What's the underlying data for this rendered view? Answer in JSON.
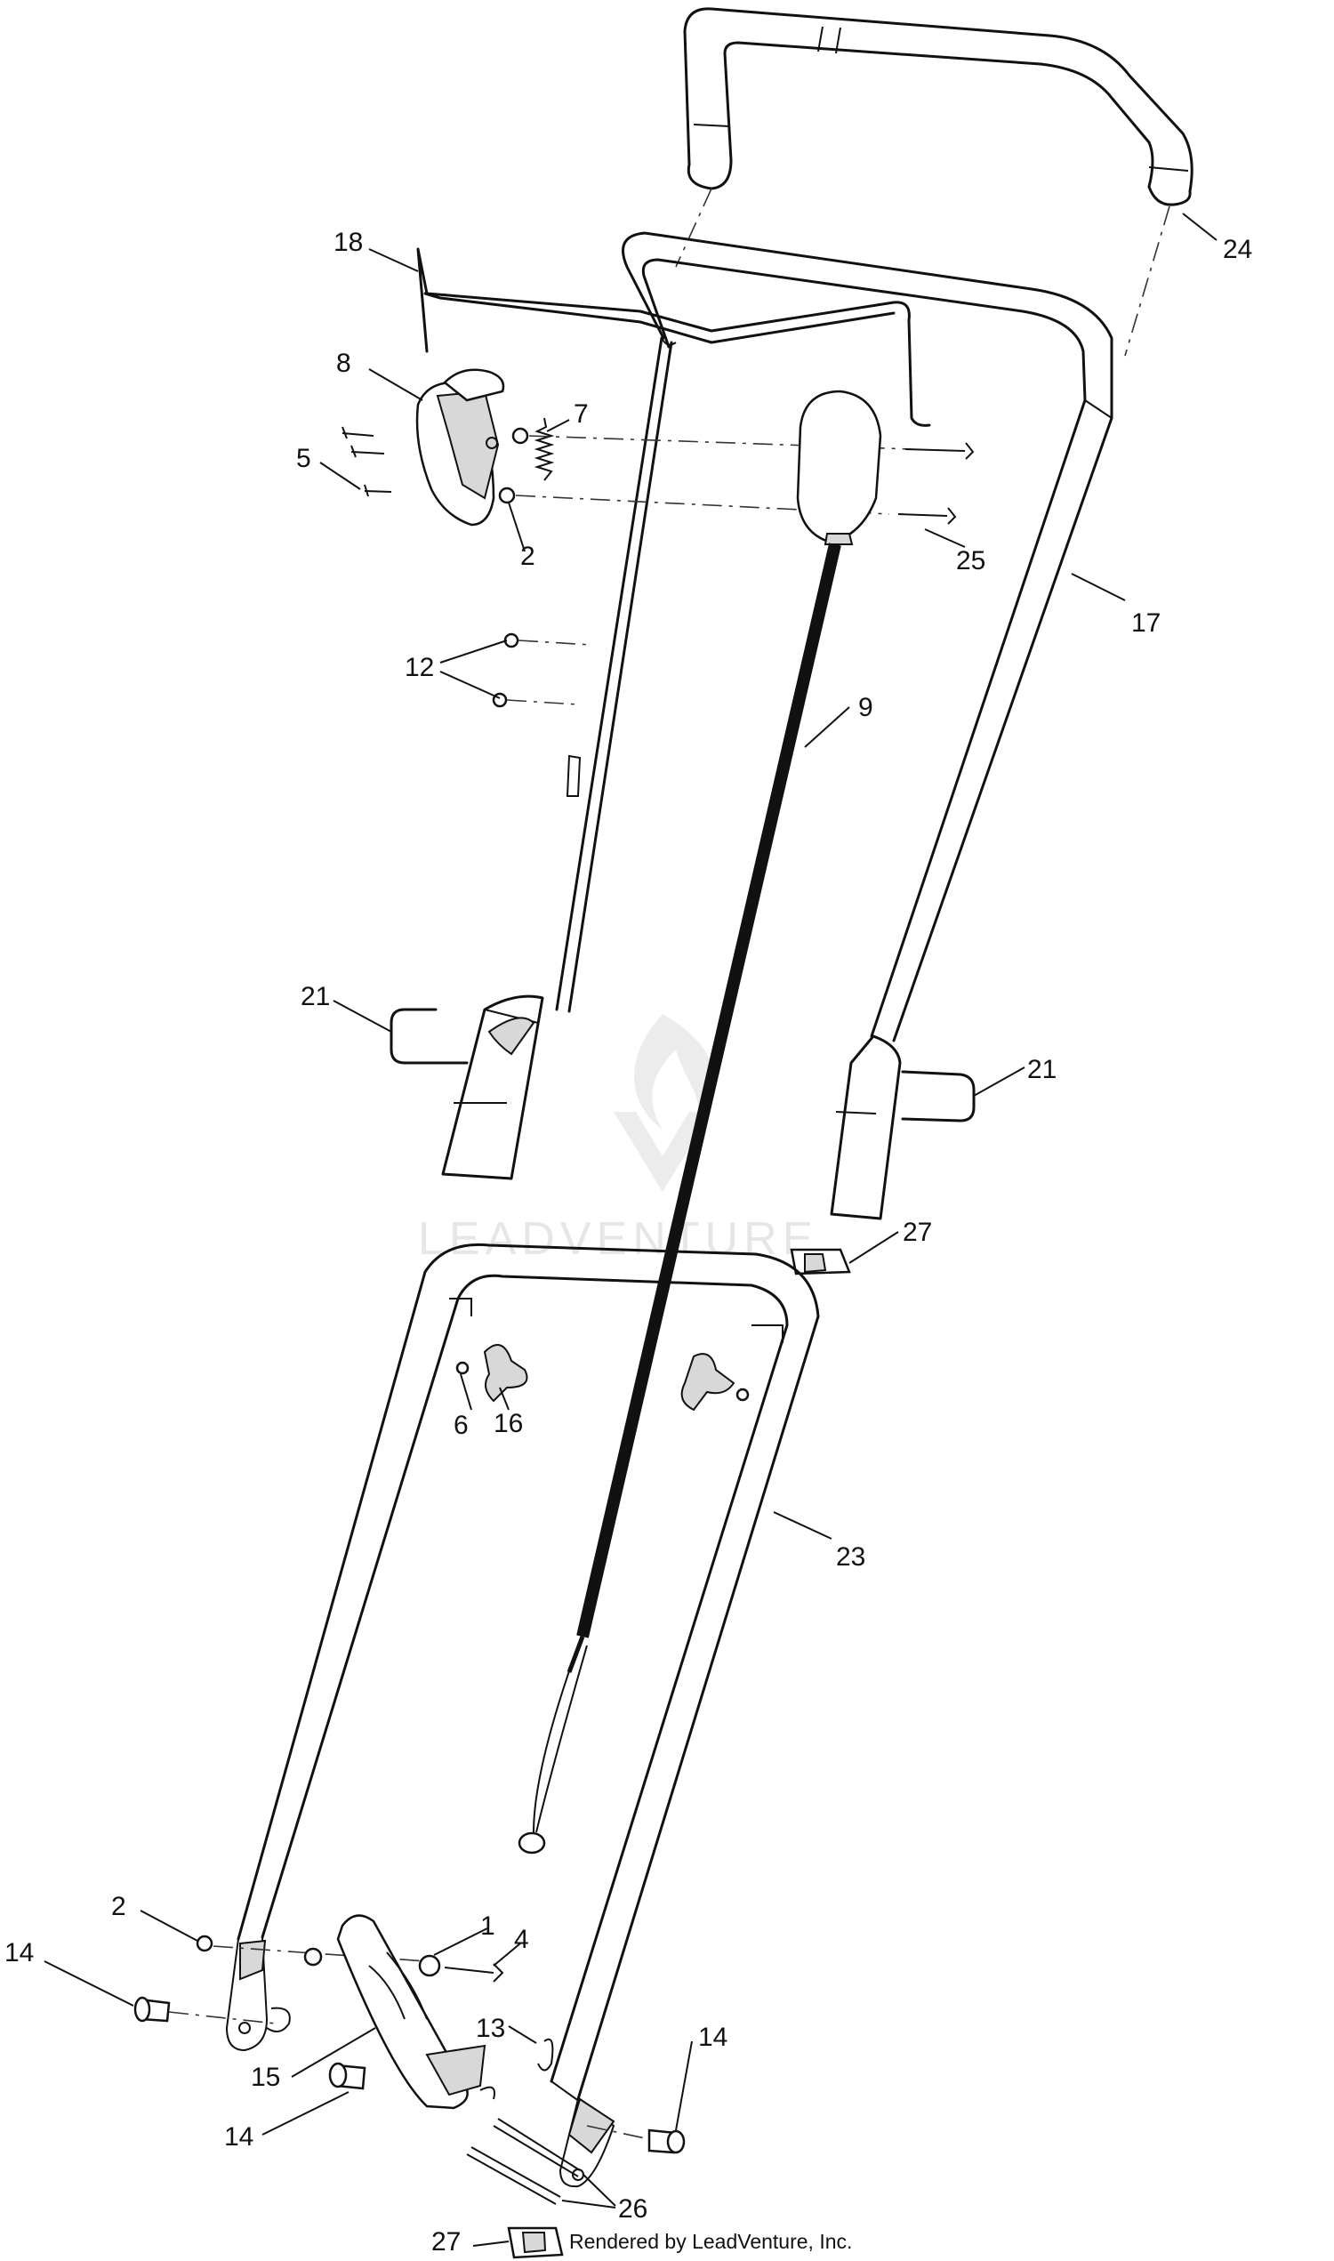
{
  "watermark": {
    "text": "LEADVENTURE"
  },
  "credit": "Rendered by LeadVenture, Inc.",
  "callouts": [
    {
      "id": "c18",
      "label": "18"
    },
    {
      "id": "c8",
      "label": "8"
    },
    {
      "id": "c7",
      "label": "7"
    },
    {
      "id": "c5",
      "label": "5"
    },
    {
      "id": "c2a",
      "label": "2"
    },
    {
      "id": "c24",
      "label": "24"
    },
    {
      "id": "c25",
      "label": "25"
    },
    {
      "id": "c17",
      "label": "17"
    },
    {
      "id": "c12",
      "label": "12"
    },
    {
      "id": "c9",
      "label": "9"
    },
    {
      "id": "c21a",
      "label": "21"
    },
    {
      "id": "c21b",
      "label": "21"
    },
    {
      "id": "c27a",
      "label": "27"
    },
    {
      "id": "c6",
      "label": "6"
    },
    {
      "id": "c16",
      "label": "16"
    },
    {
      "id": "c23",
      "label": "23"
    },
    {
      "id": "c2b",
      "label": "2"
    },
    {
      "id": "c1",
      "label": "1"
    },
    {
      "id": "c4",
      "label": "4"
    },
    {
      "id": "c14a",
      "label": "14"
    },
    {
      "id": "c13",
      "label": "13"
    },
    {
      "id": "c14b",
      "label": "14"
    },
    {
      "id": "c15",
      "label": "15"
    },
    {
      "id": "c14c",
      "label": "14"
    },
    {
      "id": "c26",
      "label": "26"
    },
    {
      "id": "c27b",
      "label": "27"
    }
  ]
}
